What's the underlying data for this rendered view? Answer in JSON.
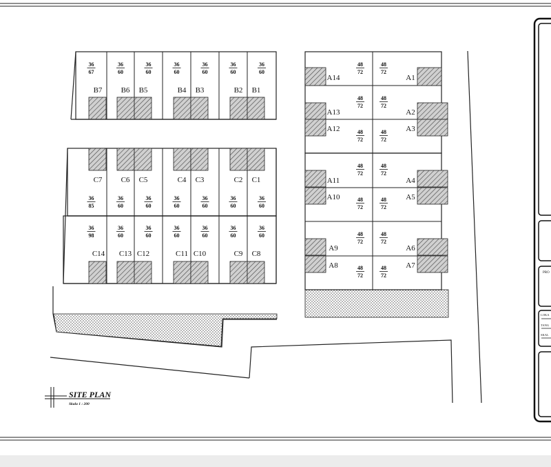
{
  "plan": {
    "title": "SITE PLAN",
    "scale": "Skala 1 : 200"
  },
  "blocks": {
    "B": {
      "units": [
        "B7",
        "B6",
        "B5",
        "B4",
        "B3",
        "B2",
        "B1"
      ],
      "areas": [
        [
          "36",
          "67"
        ],
        [
          "36",
          "60"
        ],
        [
          "36",
          "60"
        ],
        [
          "36",
          "60"
        ],
        [
          "36",
          "60"
        ],
        [
          "36",
          "60"
        ],
        [
          "36",
          "60"
        ]
      ]
    },
    "C_top": {
      "units": [
        "C7",
        "C6",
        "C5",
        "C4",
        "C3",
        "C2",
        "C1"
      ],
      "areas": [
        [
          "36",
          "85"
        ],
        [
          "36",
          "60"
        ],
        [
          "36",
          "60"
        ],
        [
          "36",
          "60"
        ],
        [
          "36",
          "60"
        ],
        [
          "36",
          "60"
        ],
        [
          "36",
          "60"
        ]
      ]
    },
    "C_bottom": {
      "units": [
        "C14",
        "C13",
        "C12",
        "C11",
        "C10",
        "C9",
        "C8"
      ],
      "areas": [
        [
          "36",
          "98"
        ],
        [
          "36",
          "60"
        ],
        [
          "36",
          "60"
        ],
        [
          "36",
          "60"
        ],
        [
          "36",
          "60"
        ],
        [
          "36",
          "60"
        ],
        [
          "36",
          "60"
        ]
      ]
    },
    "A": {
      "pairs": [
        {
          "left_top": "A14",
          "right_top": "A1",
          "left_bottom": "A13",
          "right_bottom": "A2"
        },
        {
          "left_top": "A12",
          "right_top": "A3"
        },
        {
          "left_top": "A11",
          "right_top": "A4",
          "left_bottom": "A10",
          "right_bottom": "A5"
        },
        {
          "left_top": "A9",
          "right_top": "A6",
          "left_bottom": "A8",
          "right_bottom": "A7"
        }
      ],
      "area": [
        "48",
        "72"
      ]
    }
  },
  "title_block": {
    "labels": [
      "PRO",
      "LOKA",
      "TANG",
      "SKAL"
    ]
  }
}
